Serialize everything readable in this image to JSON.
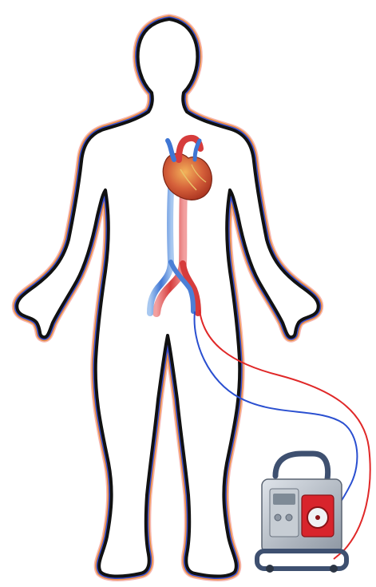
{
  "colors": {
    "background": "#ffffff",
    "body_outline": "#111111",
    "glow_blue": "#3a4fd0",
    "glow_orange": "#f08a2a",
    "glow_red": "#e0342a",
    "arterial_red": "#e02828",
    "venous_blue": "#2a4fd0",
    "heart_red": "#c8432a",
    "heart_gold": "#d98a3a",
    "device_gray": "#9aa2ac",
    "device_frame": "#3e5070",
    "pump_red": "#d8242c"
  },
  "figure": {
    "subject": "human-body-silhouette",
    "organ": "heart",
    "device": "portable-circulatory-support-console",
    "tubing": [
      "arterial-line-red",
      "venous-line-blue"
    ]
  }
}
